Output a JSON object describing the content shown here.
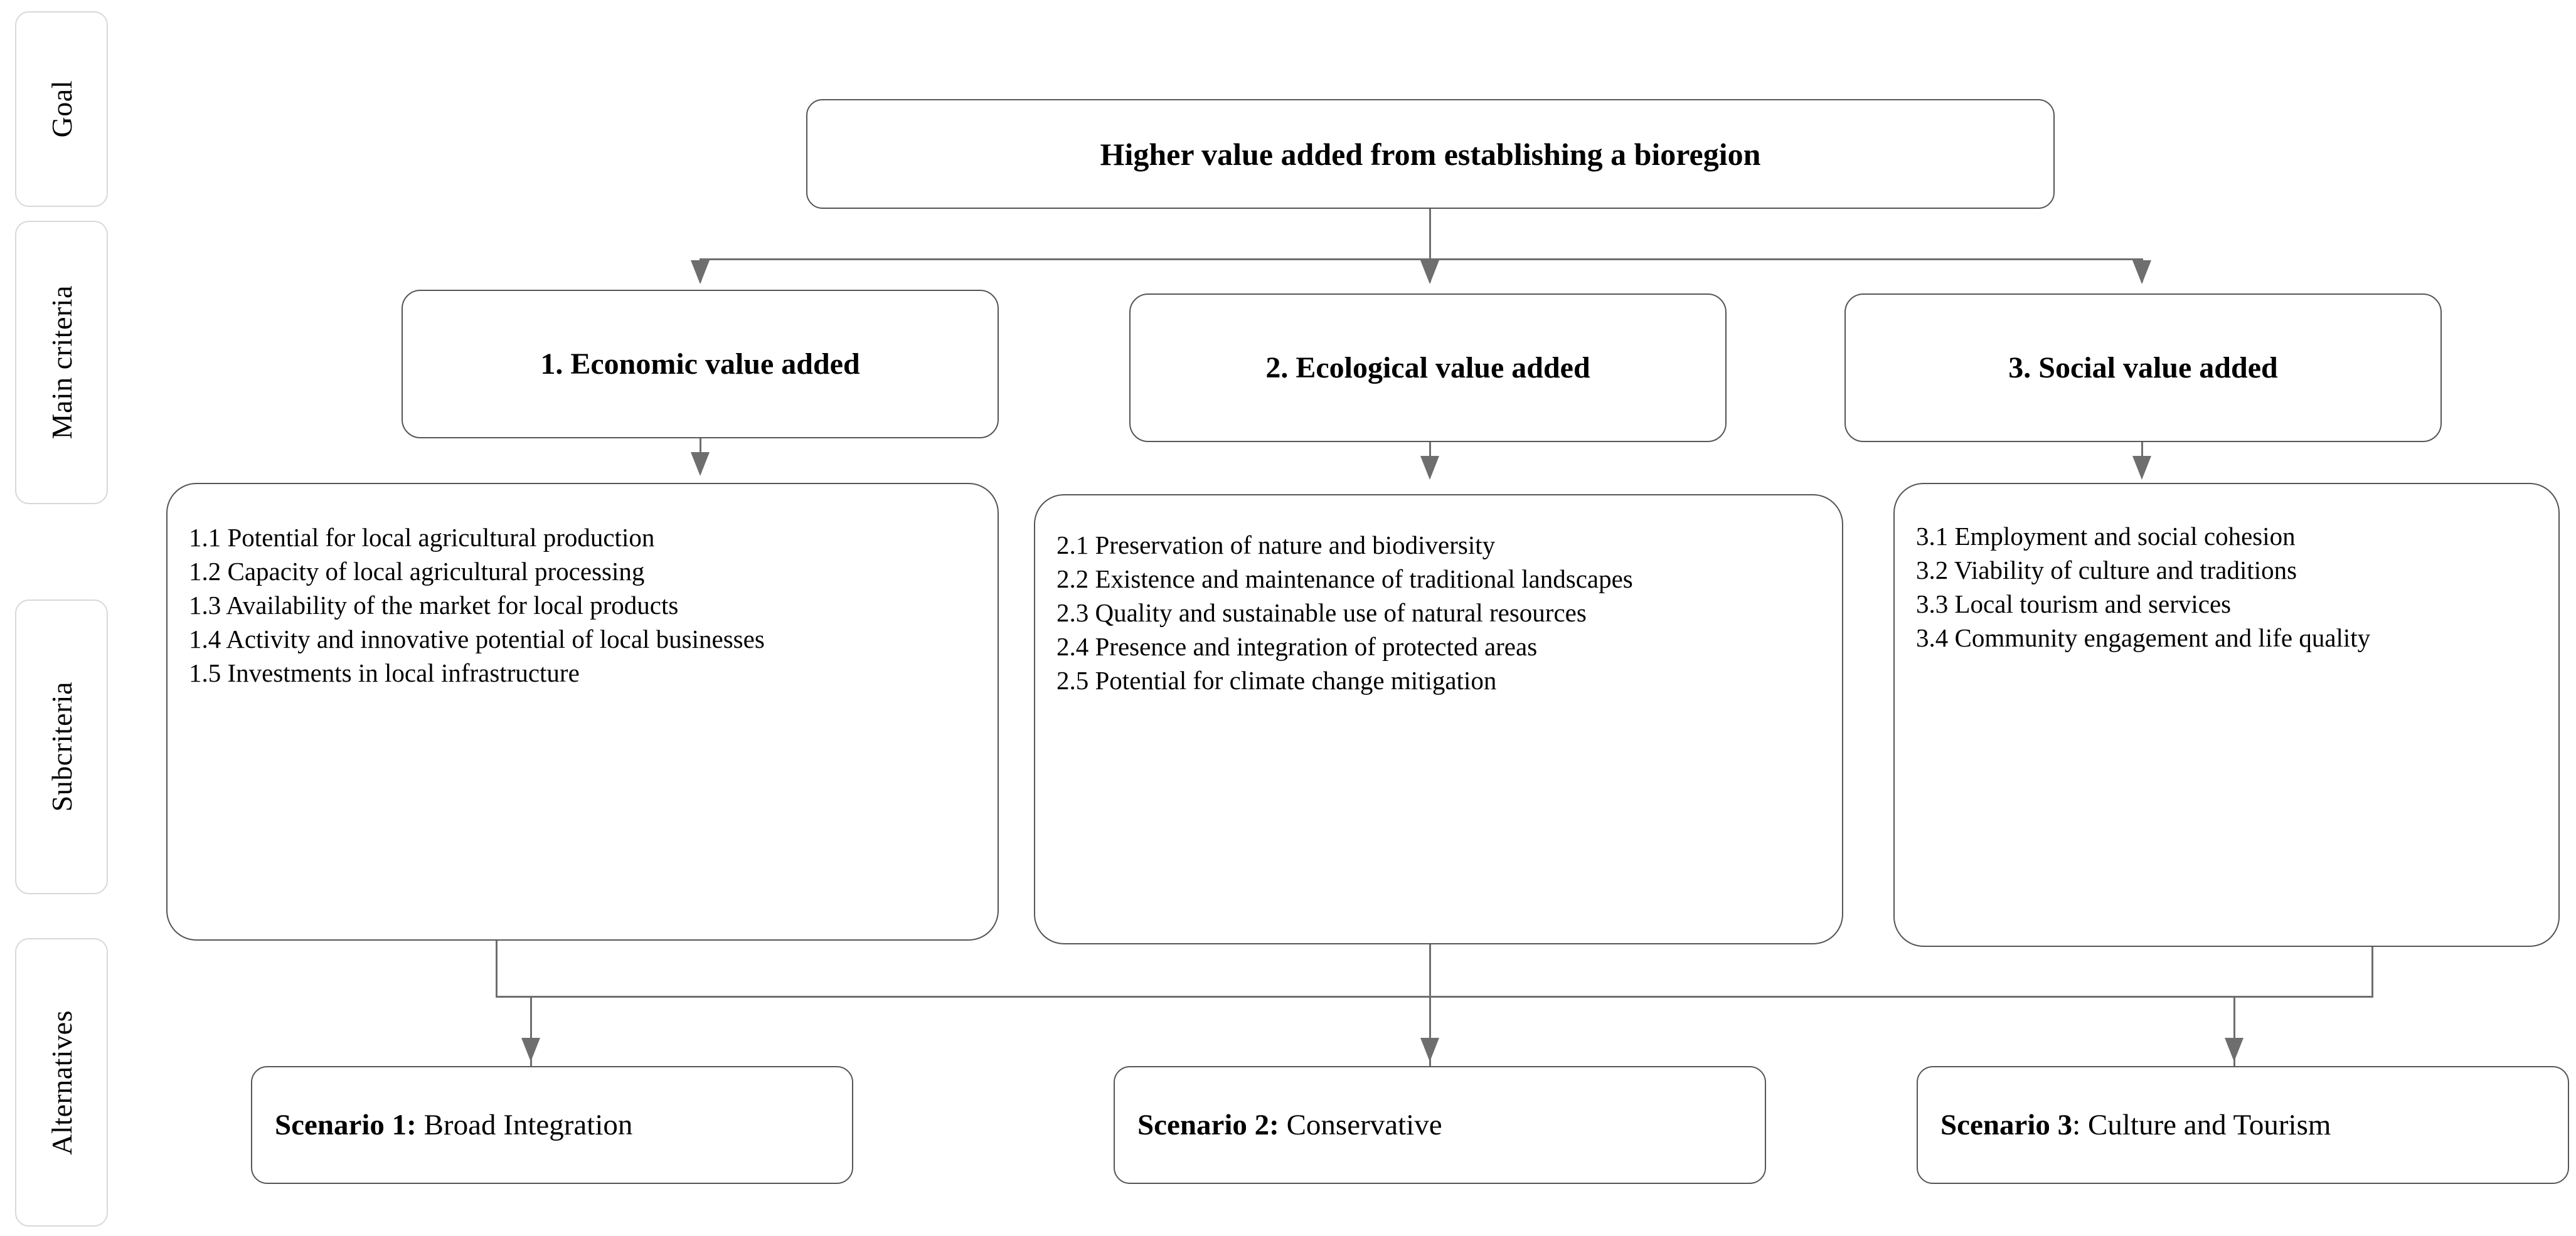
{
  "tiers": [
    {
      "label": "Goal"
    },
    {
      "label": "Main criteria"
    },
    {
      "label": "Subcriteria"
    },
    {
      "label": "Alternatives"
    }
  ],
  "goal": {
    "title": "Higher value added from establishing a bioregion"
  },
  "main_criteria": [
    {
      "label": "1. Economic value added"
    },
    {
      "label": "2. Ecological value added"
    },
    {
      "label": "3. Social value added"
    }
  ],
  "subcriteria": [
    {
      "items": [
        "1.1 Potential for local agricultural production",
        "1.2 Capacity of local agricultural processing",
        "1.3 Availability of the market for local products",
        "1.4 Activity and innovative potential of local businesses",
        "1.5 Investments in local infrastructure"
      ]
    },
    {
      "items": [
        "2.1 Preservation of nature and biodiversity",
        "2.2 Existence and maintenance of traditional landscapes",
        "2.3 Quality and sustainable use of natural resources",
        "2.4 Presence and integration of protected areas",
        "2.5 Potential for climate change mitigation"
      ]
    },
    {
      "items": [
        "3.1 Employment and social cohesion",
        "3.2 Viability of culture and traditions",
        "3.3 Local tourism and services",
        "3.4 Community engagement and life quality"
      ]
    }
  ],
  "alternatives": [
    {
      "lead": "Scenario 1:",
      "rest": " Broad Integration"
    },
    {
      "lead": "Scenario 2:",
      "rest": " Conservative"
    },
    {
      "lead": "Scenario 3",
      "rest": ": Culture and Tourism"
    }
  ],
  "colors": {
    "box_border": "#555555",
    "connector": "#6e6e6e",
    "tier_border": "#d8d8d8",
    "text": "#000000",
    "background": "#ffffff"
  }
}
